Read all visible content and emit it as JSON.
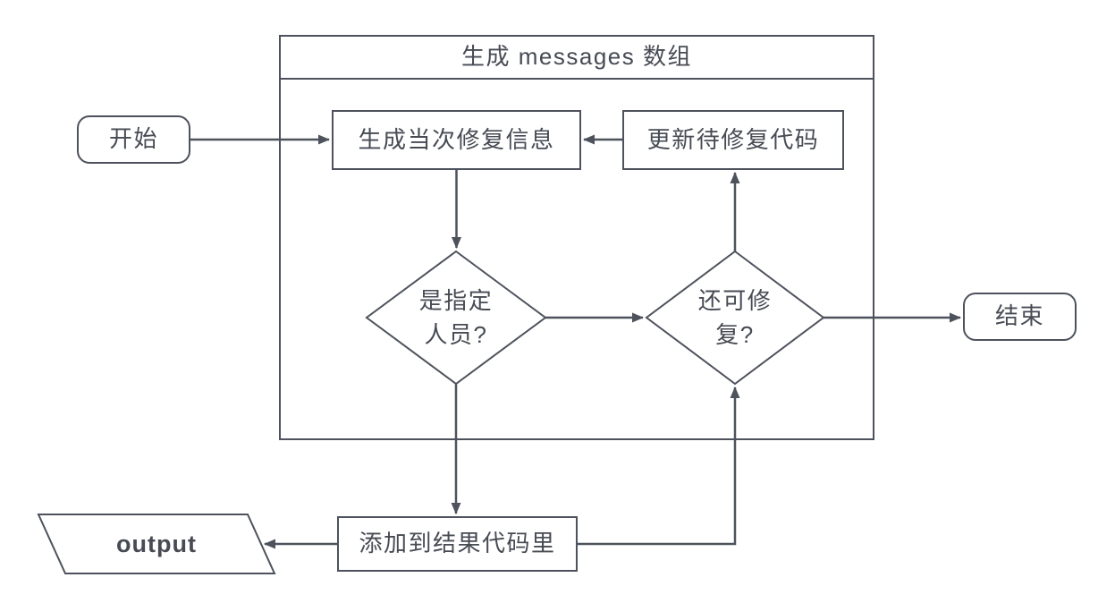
{
  "theme": {
    "stroke": "#4d525c",
    "text": "#474b54",
    "background": "#ffffff"
  },
  "diagram": {
    "type": "flowchart",
    "container_title": "生成 messages 数组",
    "nodes": {
      "start": {
        "label": "开始",
        "shape": "rounded-terminator"
      },
      "generate_fix_message": {
        "label": "生成当次修复信息",
        "shape": "process-rect"
      },
      "update_pending_code": {
        "label": "更新待修复代码",
        "shape": "process-rect"
      },
      "is_designated_person": {
        "label": "是指定人员?",
        "line1": "是指定",
        "line2": "人员?",
        "shape": "decision-diamond"
      },
      "can_still_repair": {
        "label": "还可修复?",
        "line1": "还可修",
        "line2": "复?",
        "shape": "decision-diamond"
      },
      "end": {
        "label": "结束",
        "shape": "rounded-terminator"
      },
      "append_to_result": {
        "label": "添加到结果代码里",
        "shape": "process-rect"
      },
      "output": {
        "label": "output",
        "shape": "io-parallelogram"
      }
    },
    "edges": [
      {
        "from": "start",
        "to": "generate_fix_message"
      },
      {
        "from": "update_pending_code",
        "to": "generate_fix_message"
      },
      {
        "from": "generate_fix_message",
        "to": "is_designated_person"
      },
      {
        "from": "is_designated_person",
        "to": "can_still_repair"
      },
      {
        "from": "can_still_repair",
        "to": "update_pending_code"
      },
      {
        "from": "can_still_repair",
        "to": "end"
      },
      {
        "from": "is_designated_person",
        "to": "append_to_result"
      },
      {
        "from": "append_to_result",
        "to": "output"
      },
      {
        "from": "append_to_result",
        "to": "can_still_repair"
      }
    ]
  }
}
